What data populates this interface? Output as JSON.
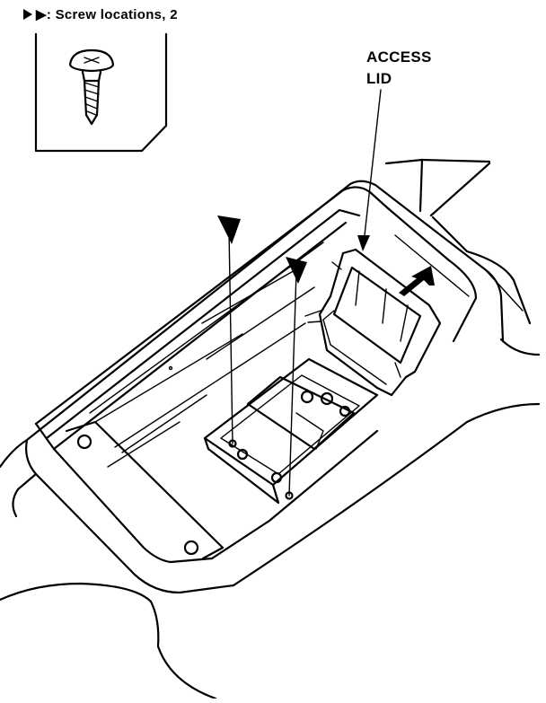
{
  "legend": {
    "marker_icon": "triangle-marker-icon",
    "text": "▶: Screw locations, 2"
  },
  "callout": {
    "line1": "ACCESS",
    "line2": "LID"
  },
  "icons": [
    "screw-icon",
    "triangle-marker-icon",
    "arrow-icon"
  ]
}
